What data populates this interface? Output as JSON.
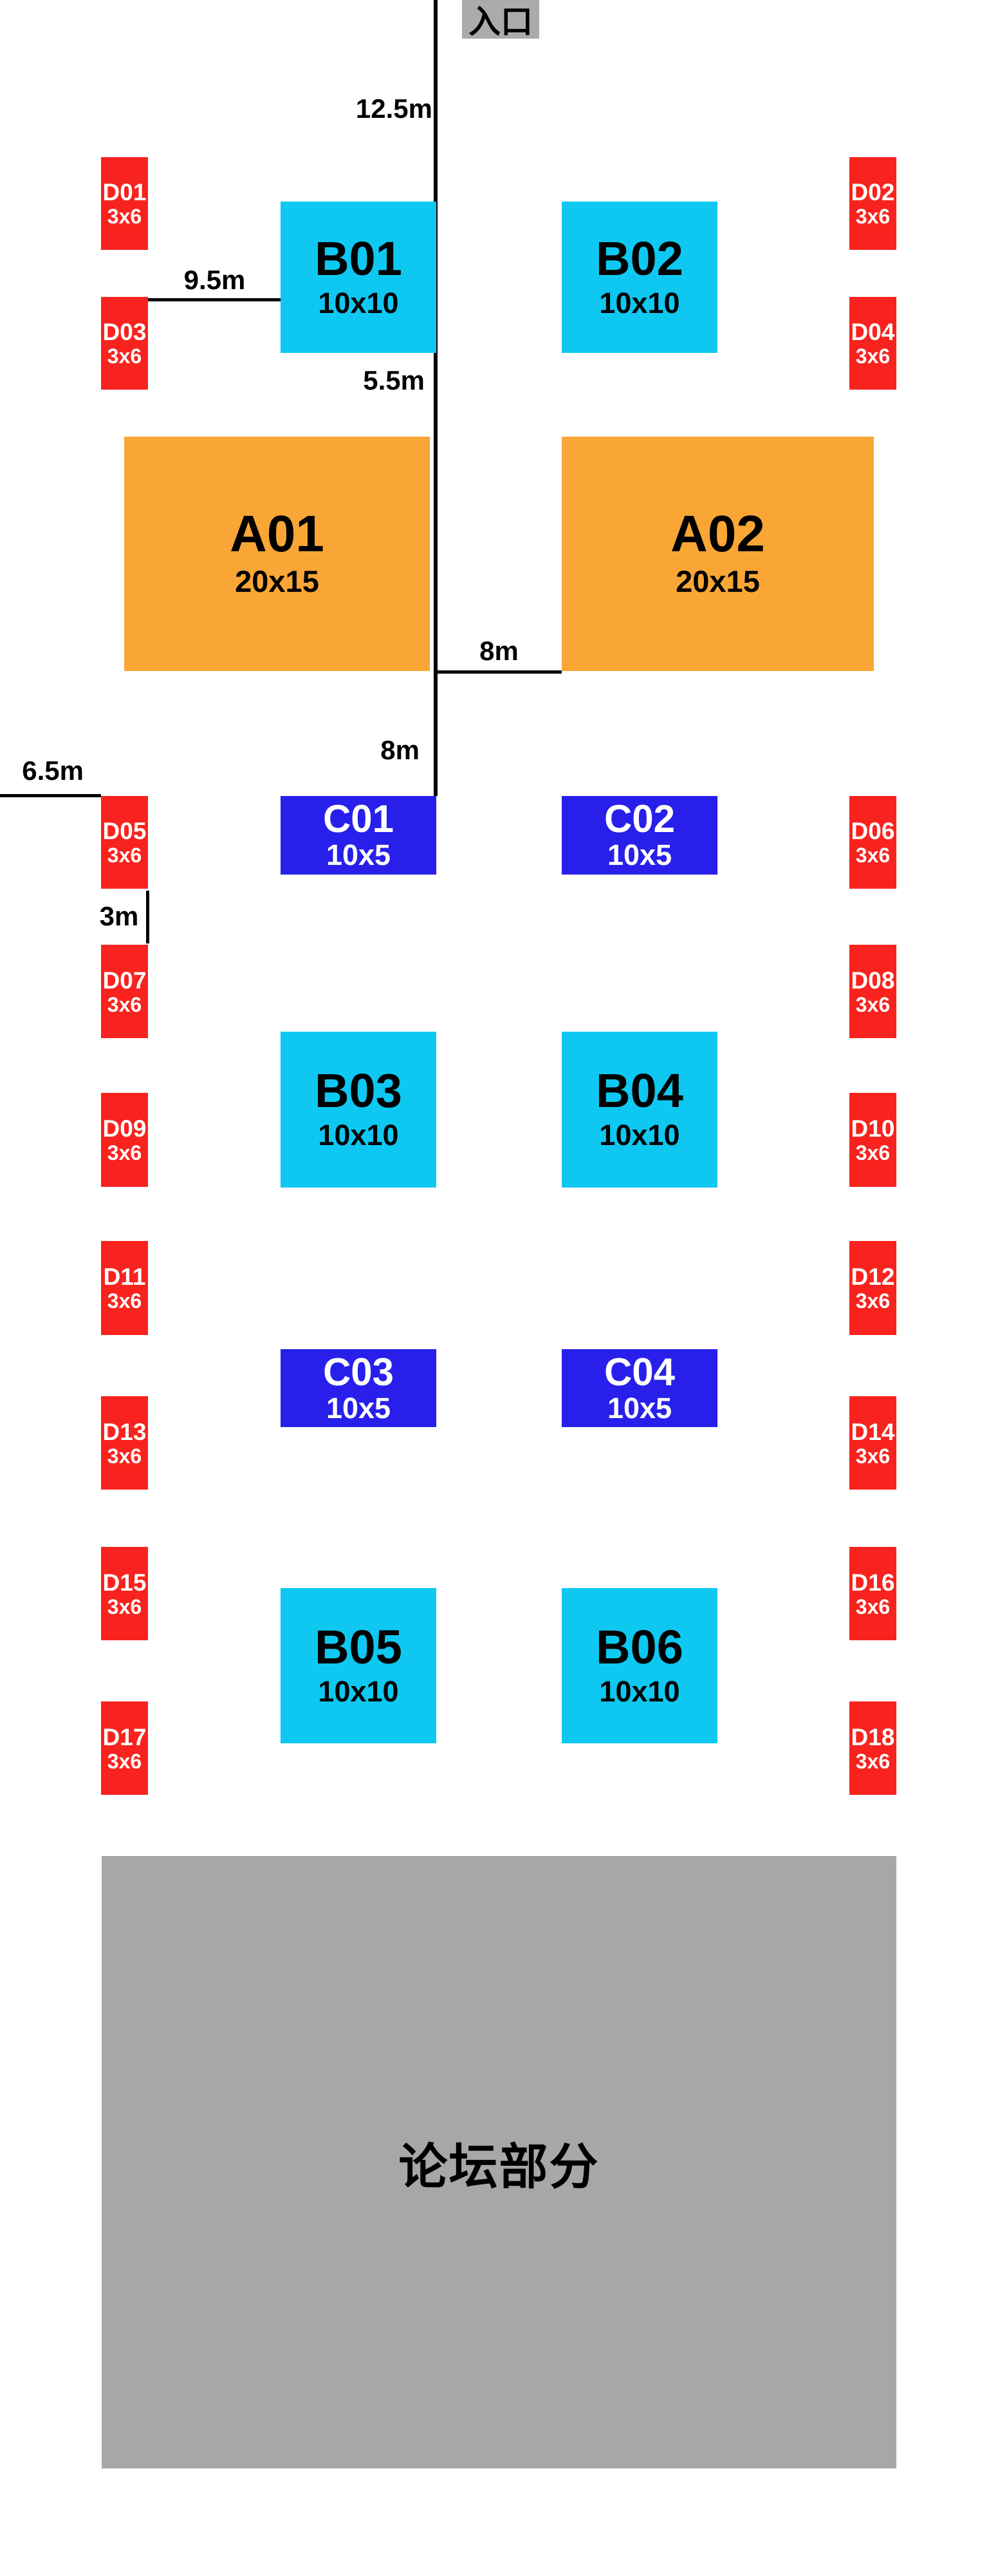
{
  "entrance_label": "入口",
  "forum_label": "论坛部分",
  "measurements": {
    "entry_gap": "12.5m",
    "left_gap": "9.5m",
    "b_to_a_gap": "5.5m",
    "a_corridor_gap": "8m",
    "a_to_c_gap": "8m",
    "left_margin": "6.5m",
    "d_gap": "3m"
  },
  "booths": {
    "a": [
      {
        "id": "A01",
        "size": "20x15"
      },
      {
        "id": "A02",
        "size": "20x15"
      }
    ],
    "b": [
      {
        "id": "B01",
        "size": "10x10"
      },
      {
        "id": "B02",
        "size": "10x10"
      },
      {
        "id": "B03",
        "size": "10x10"
      },
      {
        "id": "B04",
        "size": "10x10"
      },
      {
        "id": "B05",
        "size": "10x10"
      },
      {
        "id": "B06",
        "size": "10x10"
      }
    ],
    "c": [
      {
        "id": "C01",
        "size": "10x5"
      },
      {
        "id": "C02",
        "size": "10x5"
      },
      {
        "id": "C03",
        "size": "10x5"
      },
      {
        "id": "C04",
        "size": "10x5"
      }
    ],
    "d": [
      {
        "id": "D01",
        "size": "3x6"
      },
      {
        "id": "D02",
        "size": "3x6"
      },
      {
        "id": "D03",
        "size": "3x6"
      },
      {
        "id": "D04",
        "size": "3x6"
      },
      {
        "id": "D05",
        "size": "3x6"
      },
      {
        "id": "D06",
        "size": "3x6"
      },
      {
        "id": "D07",
        "size": "3x6"
      },
      {
        "id": "D08",
        "size": "3x6"
      },
      {
        "id": "D09",
        "size": "3x6"
      },
      {
        "id": "D10",
        "size": "3x6"
      },
      {
        "id": "D11",
        "size": "3x6"
      },
      {
        "id": "D12",
        "size": "3x6"
      },
      {
        "id": "D13",
        "size": "3x6"
      },
      {
        "id": "D14",
        "size": "3x6"
      },
      {
        "id": "D15",
        "size": "3x6"
      },
      {
        "id": "D16",
        "size": "3x6"
      },
      {
        "id": "D17",
        "size": "3x6"
      },
      {
        "id": "D18",
        "size": "3x6"
      }
    ]
  },
  "colors": {
    "booth_a": "#F9A636",
    "booth_b": "#0EC8F1",
    "booth_c": "#2820EA",
    "booth_d": "#F8231E",
    "forum": "#A7A7A7",
    "entrance": "#ABABAB",
    "lines": "#000000"
  }
}
